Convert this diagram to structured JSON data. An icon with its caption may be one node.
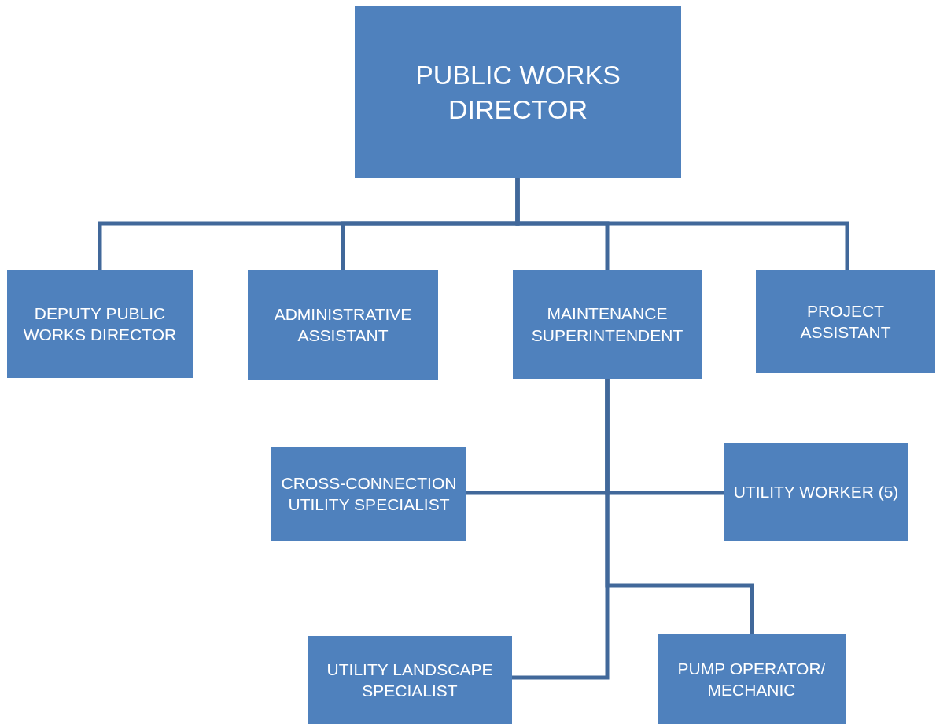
{
  "diagram": {
    "nodes": [
      {
        "text": [
          "PUBLIC WORKS DIRECTOR"
        ]
      },
      {
        "text": [
          "DEPUTY PUBLIC WORKS DIRECTOR"
        ]
      },
      {
        "text": [
          "ADMINISTRATIVE ASSISTANT"
        ]
      },
      {
        "text": [
          "MAINTENANCE SUPERINTENDENT"
        ]
      },
      {
        "text": [
          "PROJECT ASSISTANT"
        ]
      },
      {
        "text": [
          "CROSS-CONNECTION UTILITY SPECIALIST"
        ]
      },
      {
        "text": [
          "UTILITY WORKER (5)"
        ]
      },
      {
        "text": [
          "UTILITY LANDSCAPE SPECIALIST"
        ]
      },
      {
        "text": [
          "PUMP OPERATOR/ MECHANIC"
        ]
      }
    ],
    "edges": [
      {
        "from": 0,
        "to": 1,
        "arrow": "none"
      },
      {
        "from": 0,
        "to": 2,
        "arrow": "none"
      },
      {
        "from": 0,
        "to": 3,
        "arrow": "none"
      },
      {
        "from": 0,
        "to": 4,
        "arrow": "none"
      },
      {
        "from": 3,
        "to": 5,
        "arrow": "none"
      },
      {
        "from": 3,
        "to": 6,
        "arrow": "none"
      },
      {
        "from": 3,
        "to": 7,
        "arrow": "none"
      },
      {
        "from": 3,
        "to": 8,
        "arrow": "none"
      }
    ]
  }
}
